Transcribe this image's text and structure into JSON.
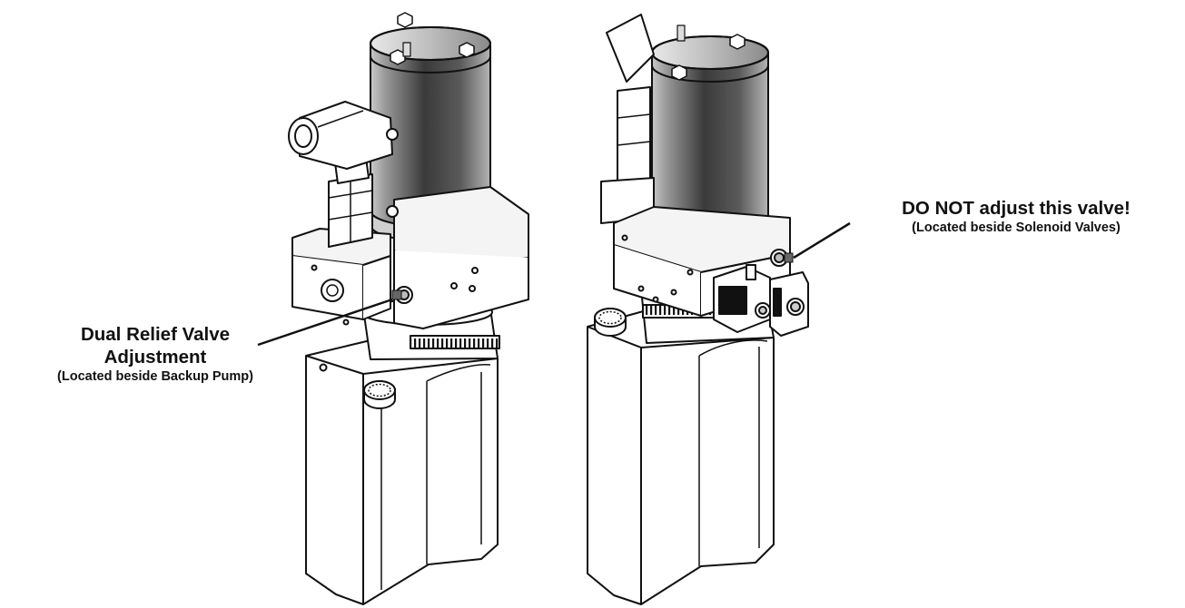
{
  "callouts": {
    "left": {
      "title_line1": "Dual Relief Valve",
      "title_line2": "Adjustment",
      "note": "(Located beside Backup Pump)"
    },
    "right": {
      "title": "DO NOT adjust this valve!",
      "note": "(Located beside Solenoid Valves)"
    }
  },
  "colors": {
    "line": "#111111",
    "motor_dark": "#3a3a3a",
    "motor_light": "#b5b5b5",
    "metal": "#f4f4f4"
  }
}
